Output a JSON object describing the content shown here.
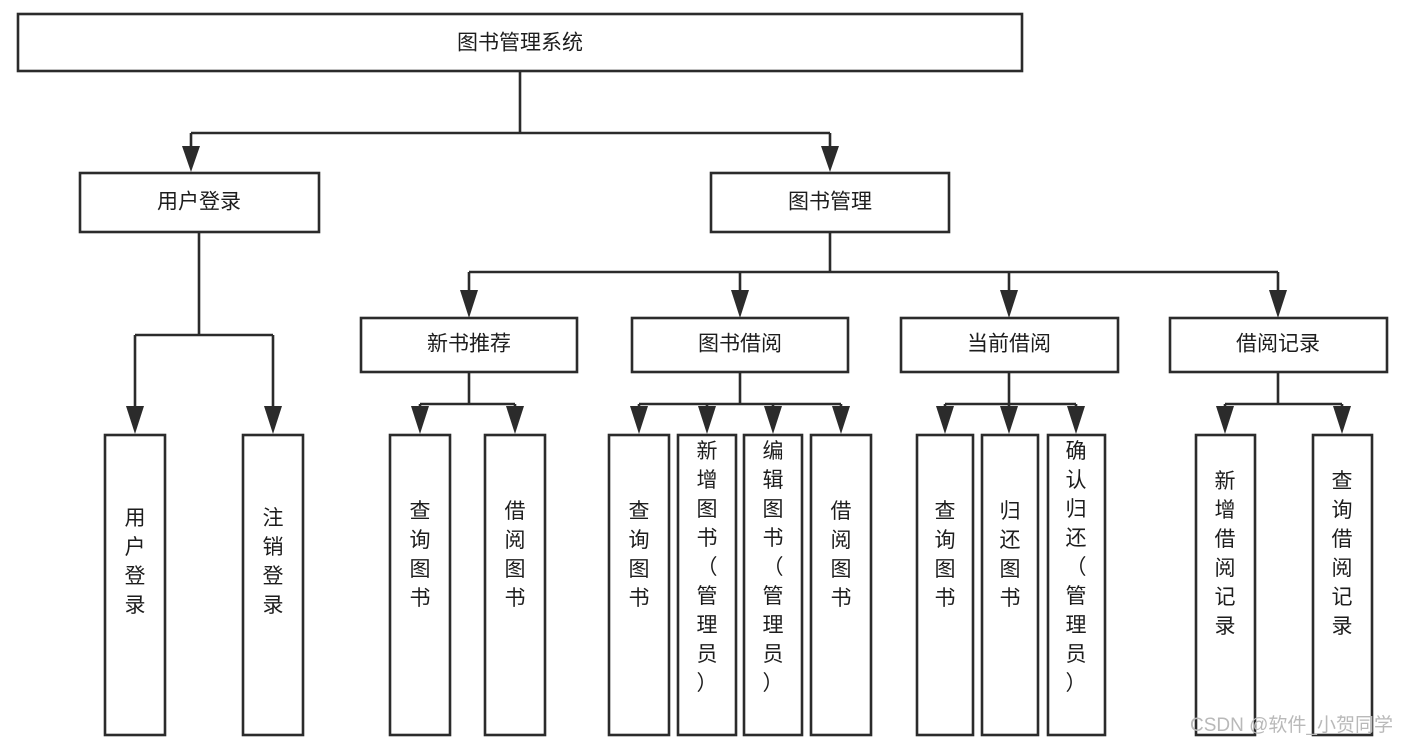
{
  "diagram": {
    "title": "图书管理系统",
    "type": "tree-hierarchy",
    "background_color": "#ffffff",
    "line_color": "#2b2b2b",
    "box_fill": "#ffffff",
    "text_color": "#1d1d1d",
    "root": {
      "label": "图书管理系统"
    },
    "level2": [
      {
        "label": "用户登录"
      },
      {
        "label": "图书管理"
      }
    ],
    "level3": [
      {
        "label": "新书推荐"
      },
      {
        "label": "图书借阅"
      },
      {
        "label": "当前借阅"
      },
      {
        "label": "借阅记录"
      }
    ],
    "leaves": {
      "user_login": [
        {
          "label": "用户登录"
        },
        {
          "label": "注销登录"
        }
      ],
      "new_book_recommend": [
        {
          "label": "查询图书"
        },
        {
          "label": "借阅图书"
        }
      ],
      "book_borrow": [
        {
          "label": "查询图书"
        },
        {
          "label": "新增图书（管理员）"
        },
        {
          "label": "编辑图书（管理员）"
        },
        {
          "label": "借阅图书"
        }
      ],
      "current_borrow": [
        {
          "label": "查询图书"
        },
        {
          "label": "归还图书"
        },
        {
          "label": "确认归还（管理员）"
        }
      ],
      "borrow_record": [
        {
          "label": "新增借阅记录"
        },
        {
          "label": "查询借阅记录"
        }
      ]
    }
  },
  "watermark": {
    "text": "CSDN @软件_小贺同学",
    "color": "#b9b9b9"
  }
}
